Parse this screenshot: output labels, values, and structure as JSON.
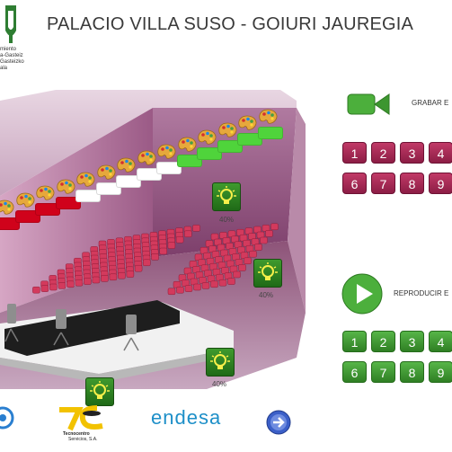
{
  "header": {
    "title": "PALACIO VILLA SUSO - GOIURI JAUREGIA",
    "logo_lines": [
      "miento",
      "a-Gasteiz",
      "Gasteizko",
      "ala"
    ]
  },
  "hall": {
    "projector_percentages": [
      "40%",
      "40%",
      "40%"
    ],
    "lamp_states": [
      "red",
      "red",
      "red",
      "red",
      "white",
      "white",
      "white",
      "white",
      "white",
      "green",
      "green",
      "green",
      "green",
      "green"
    ]
  },
  "record": {
    "label": "GRABAR E",
    "buttons": [
      "1",
      "2",
      "3",
      "4",
      "6",
      "7",
      "8",
      "9"
    ]
  },
  "play": {
    "label": "REPRODUCIR E",
    "buttons": [
      "1",
      "2",
      "3",
      "4",
      "6",
      "7",
      "8",
      "9"
    ]
  },
  "footer": {
    "sponsor1": "Servicios, S.A.",
    "sponsor1_top": "Tecnocentro",
    "sponsor2": "endesa"
  },
  "colors": {
    "red_button": "#a3284f",
    "green_button": "#3e9a31",
    "lamp_red": "#d0021b",
    "lamp_green": "#4fd43b",
    "lamp_white": "#ffffff"
  }
}
